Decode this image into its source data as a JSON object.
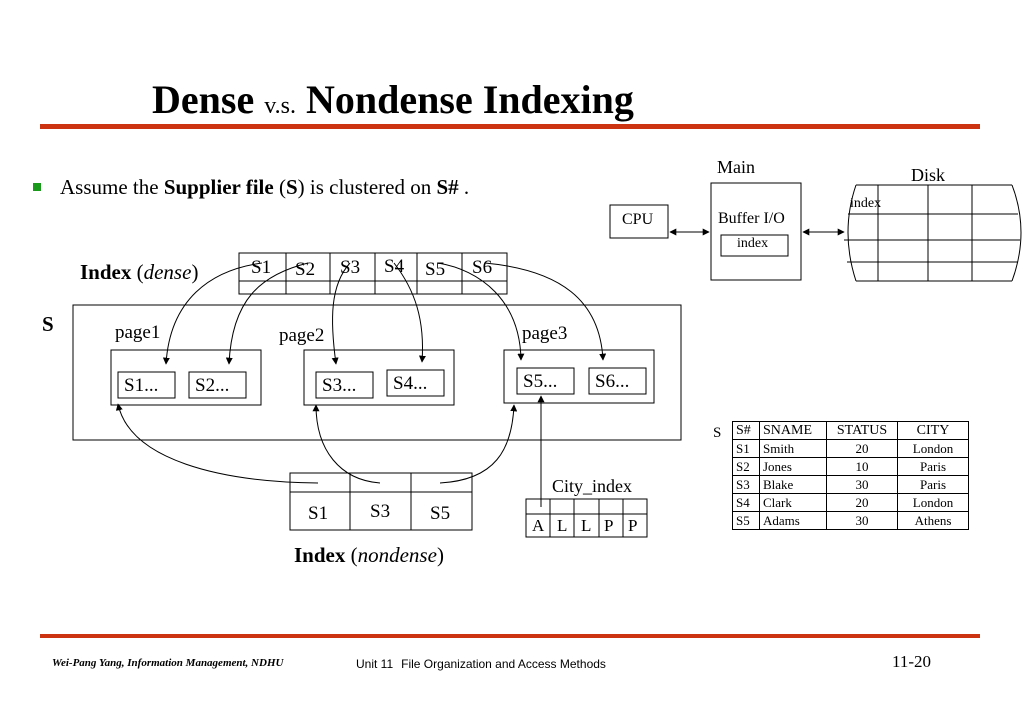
{
  "title": {
    "part1": "Dense",
    "part2": "v.s.",
    "part3": "Nondense Indexing"
  },
  "bullet": {
    "pre": "Assume the ",
    "file": "Supplier file",
    "mid1": " (",
    "s": "S",
    "mid2": ") is clustered on ",
    "key": "S#",
    "end": " ."
  },
  "hardware": {
    "main_label": "Main",
    "disk_label": "Disk",
    "cpu": "CPU",
    "buffer": "Buffer I/O",
    "buffer_index": "index",
    "disk_index": "index"
  },
  "dense_index": {
    "label_bold": "Index",
    "label_paren_open": " (",
    "label_italic": "dense",
    "label_paren_close": ")",
    "cells": [
      "S1",
      "S2",
      "S3",
      "S4",
      "S5",
      "S6"
    ]
  },
  "file_label": "S",
  "pages": [
    {
      "name": "page1",
      "records": [
        "S1...",
        "S2..."
      ]
    },
    {
      "name": "page2",
      "records": [
        "S3...",
        "S4..."
      ]
    },
    {
      "name": "page3",
      "records": [
        "S5...",
        "S6..."
      ]
    }
  ],
  "nondense_index": {
    "label_bold": "Index",
    "label_paren_open": " (",
    "label_italic": "nondense",
    "label_paren_close": ")",
    "cells": [
      "S1",
      "S3",
      "S5"
    ]
  },
  "city_index": {
    "label": "City_index",
    "cells": [
      "A",
      "L",
      "L",
      "P",
      "P"
    ]
  },
  "supplier_table": {
    "label": "S",
    "columns": [
      "S#",
      "SNAME",
      "STATUS",
      "CITY"
    ],
    "rows": [
      [
        "S1",
        "Smith",
        "20",
        "London"
      ],
      [
        "S2",
        "Jones",
        "10",
        "Paris"
      ],
      [
        "S3",
        "Blake",
        "30",
        "Paris"
      ],
      [
        "S4",
        "Clark",
        "20",
        "London"
      ],
      [
        "S5",
        "Adams",
        "30",
        "Athens"
      ]
    ]
  },
  "footer": {
    "author": "Wei-Pang Yang, Information Management, NDHU",
    "unit": "Unit 11",
    "topic": "File Organization and Access Methods",
    "page": "11-20"
  }
}
